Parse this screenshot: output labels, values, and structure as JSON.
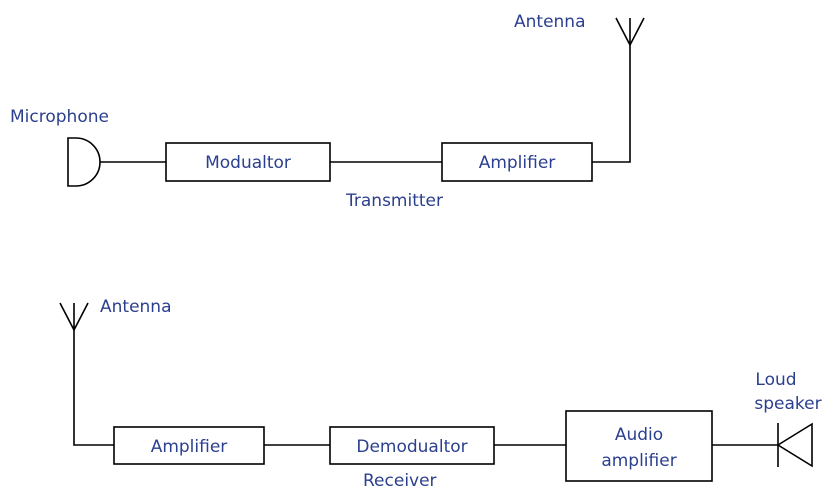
{
  "transmitter": {
    "microphone_label": "Microphone",
    "antenna_label": "Antenna",
    "modulator_label": "Modualtor",
    "amplifier_label": "Amplifier",
    "section_label": "Transmitter"
  },
  "receiver": {
    "antenna_label": "Antenna",
    "amplifier_label": "Amplifier",
    "demodulator_label": "Demodualtor",
    "audio_amp_line1": "Audio",
    "audio_amp_line2": "amplifier",
    "speaker_line1": "Loud",
    "speaker_line2": "speaker",
    "section_label": "Receiver"
  },
  "colors": {
    "label": "#2b3f8f",
    "line": "#000000"
  }
}
